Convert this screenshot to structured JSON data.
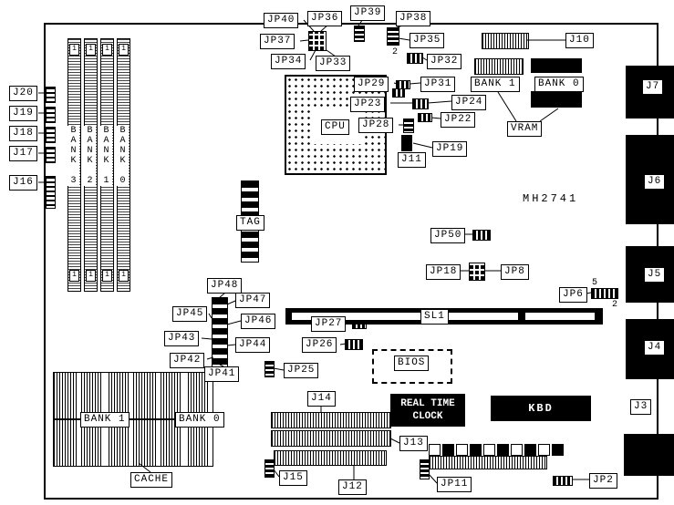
{
  "board": {
    "model": "MH2741"
  },
  "cpu": {
    "label": "CPU"
  },
  "tag": {
    "label": "TAG"
  },
  "sl1": {
    "label": "SL1"
  },
  "bios": {
    "label": "BIOS"
  },
  "rtc": {
    "line1": "REAL TIME",
    "line2": "CLOCK"
  },
  "kbd": {
    "label": "KBD"
  },
  "vram": {
    "label": "VRAM",
    "bank1": "BANK 1",
    "bank0": "BANK 0"
  },
  "cache": {
    "label": "CACHE",
    "bank1": "BANK 1",
    "bank0": "BANK 0"
  },
  "simm": {
    "pin": "1",
    "bank3": "BANK 3",
    "bank2": "BANK 2",
    "bank1": "BANK 1",
    "bank0": "BANK 0"
  },
  "left": {
    "j20": "J20",
    "j19": "J19",
    "j18": "J18",
    "j17": "J17",
    "j16": "J16"
  },
  "right": {
    "j7": "J7",
    "j6": "J6",
    "j5": "J5",
    "j4": "J4",
    "j3": "J3"
  },
  "bottom": {
    "j14": "J14",
    "j13": "J13",
    "j15": "J15",
    "j12": "J12",
    "jp11": "JP11",
    "jp2": "JP2"
  },
  "jumpers": {
    "jp40": "JP40",
    "jp39": "JP39",
    "jp38": "JP38",
    "jp37": "JP37",
    "jp36": "JP36",
    "jp35": "JP35",
    "jp34": "JP34",
    "jp33": "JP33",
    "jp32": "JP32",
    "jp31": "JP31",
    "jp29": "JP29",
    "jp28": "JP28",
    "jp27": "JP27",
    "jp26": "JP26",
    "jp25": "JP25",
    "jp24": "JP24",
    "jp23": "JP23",
    "jp22": "JP22",
    "jp19": "JP19",
    "jp18": "JP18",
    "jp8": "JP8",
    "jp6": "JP6",
    "jp50": "JP50",
    "jp48": "JP48",
    "jp47": "JP47",
    "jp46": "JP46",
    "jp45": "JP45",
    "jp44": "JP44",
    "jp43": "JP43",
    "jp42": "JP42",
    "jp41": "JP41",
    "j11": "J11",
    "j10": "J10"
  },
  "pins": {
    "jp32_2": "2",
    "jp6_5": "5",
    "jp6_2": "2"
  }
}
